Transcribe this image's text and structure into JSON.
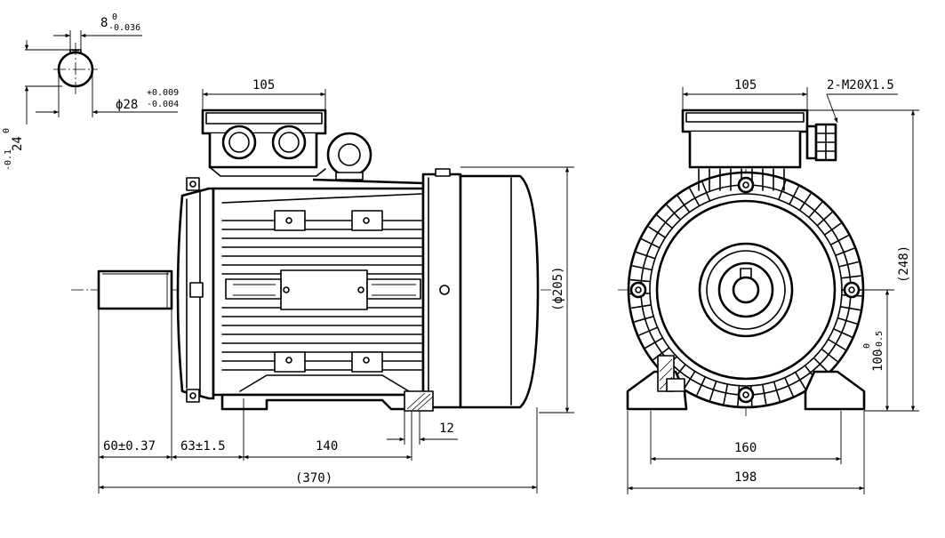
{
  "keyway": {
    "width_nominal": "8",
    "width_upper_tol": "0",
    "width_lower_tol": "-0.036",
    "depth_nominal": "24",
    "depth_upper_tol": "0",
    "depth_lower_tol": "-0.1",
    "shaft_diameter": "ϕ28",
    "shaft_upper_tol": "+0.009",
    "shaft_lower_tol": "-0.004"
  },
  "side_view": {
    "terminal_box_width": "105",
    "flange_diameter": "(ϕ205)",
    "shaft_extension": "60±0.37",
    "shaft_shoulder_to_foot_hole": "63±1.5",
    "foot_hole_spacing": "140",
    "foot_hole_diameter": "12",
    "overall_length": "(370)"
  },
  "end_view": {
    "terminal_box_width": "105",
    "cable_gland": "2-M20X1.5",
    "overall_height": "(248)",
    "shaft_height_nominal": "100",
    "shaft_height_upper_tol": "0",
    "shaft_height_lower_tol": "-0.5",
    "foot_hole_spacing": "160",
    "overall_width": "198"
  }
}
